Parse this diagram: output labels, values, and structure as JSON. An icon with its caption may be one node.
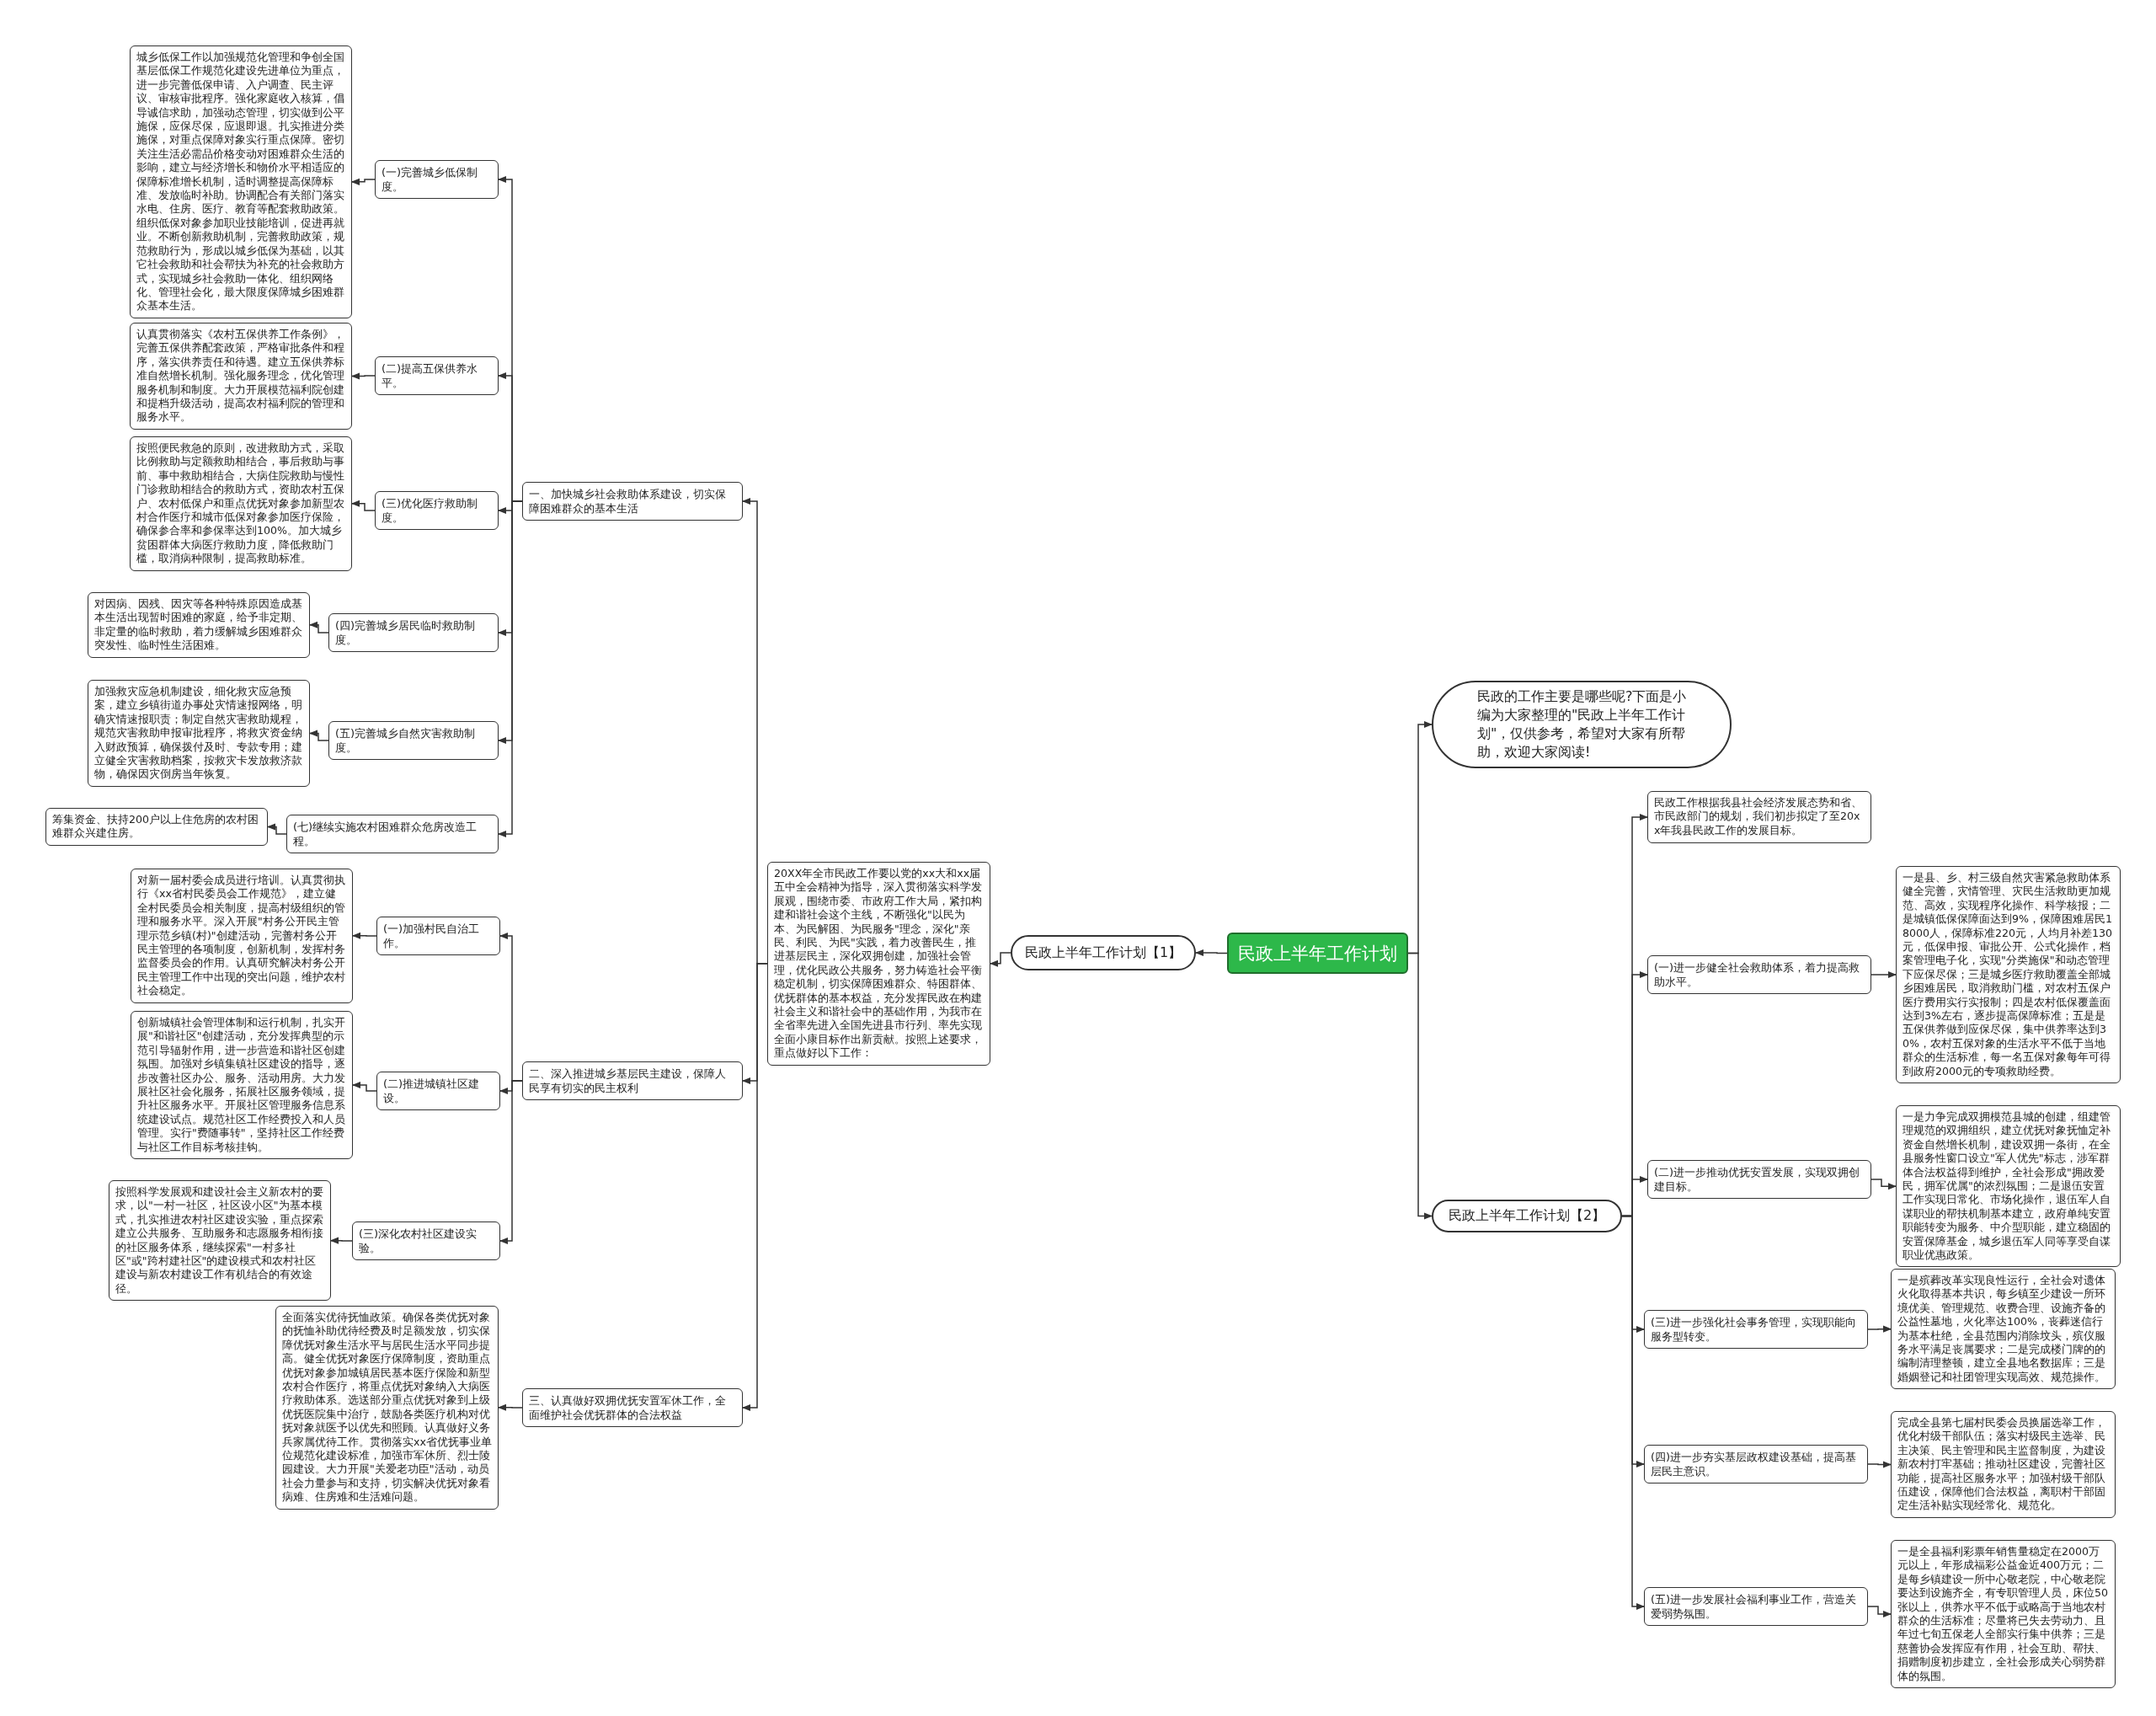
{
  "diagram": {
    "nodes": [
      {
        "text": [
          "民政上半年工作计划"
        ]
      },
      {
        "text": [
          "民政上半年工作计划【1】"
        ]
      },
      {
        "text": [
          "20XX年全市民政工作要以党的xx大和xx届五中全会精神为指导，深入贯彻落实科学发展观，围绕市委、市政府工作大局，紧扣构建和谐社会这个主线，不断强化\"以民为本、为民解困、为民服务\"理念，深化\"亲民、利民、为民\"实践，着力改善民生，推进基层民主，深化双拥创建，加强社会管理，优化民政公共服务，努力铸造社会平衡稳定机制，切实保障困难群众、特困群体、优抚群体的基本权益，充分发挥民政在构建社会主义和谐社会中的基础作用，为我市在全省率先进入全国先进县市行列、率先实现全面小康目标作出新贡献。按照上述要求，重点做好以下工作："
        ]
      },
      {
        "text": [
          "一、加快城乡社会救助体系建设，切实保障困难群众的基本生活"
        ]
      },
      {
        "text": [
          "(一)完善城乡低保制度。"
        ]
      },
      {
        "text": [
          "城乡低保工作以加强规范化管理和争创全国基层低保工作规范化建设先进单位为重点，进一步完善低保申请、入户调查、民主评议、审核审批程序。强化家庭收入核算，倡导诚信求助，加强动态管理，切实做到公平施保，应保尽保，应退即退。扎实推进分类施保，对重点保障对象实行重点保障。密切关注生活必需品价格变动对困难群众生活的影响，建立与经济增长和物价水平相适应的保障标准增长机制，适时调整提高保障标准、发放临时补助。协调配合有关部门落实水电、住房、医疗、教育等配套救助政策。组织低保对象参加职业技能培训，促进再就业。不断创新救助机制，完善救助政策，规范救助行为，形成以城乡低保为基础，以其它社会救助和社会帮扶为补充的社会救助方式，实现城乡社会救助一体化、组织网络化、管理社会化，最大限度保障城乡困难群众基本生活。"
        ]
      },
      {
        "text": [
          "(二)提高五保供养水平。"
        ]
      },
      {
        "text": [
          "认真贯彻落实《农村五保供养工作条例》，完善五保供养配套政策，严格审批条件和程序，落实供养责任和待遇。建立五保供养标准自然增长机制。强化服务理念，优化管理服务机制和制度。大力开展模范福利院创建和提档升级活动，提高农村福利院的管理和服务水平。"
        ]
      },
      {
        "text": [
          "(三)优化医疗救助制度。"
        ]
      },
      {
        "text": [
          "按照便民救急的原则，改进救助方式，采取比例救助与定额救助相结合，事后救助与事前、事中救助相结合，大病住院救助与慢性门诊救助相结合的救助方式，资助农村五保户、农村低保户和重点优抚对象参加新型农村合作医疗和城市低保对象参加医疗保险，确保参合率和参保率达到100%。加大城乡贫困群体大病医疗救助力度，降低救助门槛，取消病种限制，提高救助标准。"
        ]
      },
      {
        "text": [
          "(四)完善城乡居民临时救助制度。"
        ]
      },
      {
        "text": [
          "对因病、因残、因灾等各种特殊原因造成基本生活出现暂时困难的家庭，给予非定期、非定量的临时救助，着力缓解城乡困难群众突发性、临时性生活困难。"
        ]
      },
      {
        "text": [
          "(五)完善城乡自然灾害救助制度。"
        ]
      },
      {
        "text": [
          "加强救灾应急机制建设，细化救灾应急预案，建立乡镇街道办事处灾情速报网络，明确灾情速报职责；制定自然灾害救助规程，规范灾害救助申报审批程序，将救灾资金纳入财政预算，确保拨付及时、专款专用；建立健全灾害救助档案，按救灾卡发放救济款物，确保因灾倒房当年恢复。"
        ]
      },
      {
        "text": [
          "(七)继续实施农村困难群众危房改造工程。"
        ]
      },
      {
        "text": [
          "筹集资金、扶持200户以上住危房的农村困难群众兴建住房。"
        ]
      },
      {
        "text": [
          "二、深入推进城乡基层民主建设，保障人民享有切实的民主权利"
        ]
      },
      {
        "text": [
          "(一)加强村民自治工作。"
        ]
      },
      {
        "text": [
          "对新一届村委会成员进行培训。认真贯彻执行《xx省村民委员会工作规范》，建立健全村民委员会相关制度，提高村级组织的管理和服务水平。深入开展\"村务公开民主管理示范乡镇(村)\"创建活动，完善村务公开民主管理的各项制度，创新机制，发挥村务监督委员会的作用。认真研究解决村务公开民主管理工作中出现的突出问题，维护农村社会稳定。"
        ]
      },
      {
        "text": [
          "(二)推进城镇社区建设。"
        ]
      },
      {
        "text": [
          "创新城镇社会管理体制和运行机制，扎实开展\"和谐社区\"创建活动，充分发挥典型的示范引导辐射作用，进一步营造和谐社区创建氛围。加强对乡镇集镇社区建设的指导，逐步改善社区办公、服务、活动用房。大力发展社区社会化服务，拓展社区服务领域，提升社区服务水平。开展社区管理服务信息系统建设试点。规范社区工作经费投入和人员管理。实行\"费随事转\"，坚持社区工作经费与社区工作目标考核挂钩。"
        ]
      },
      {
        "text": [
          "(三)深化农村社区建设实验。"
        ]
      },
      {
        "text": [
          "按照科学发展观和建设社会主义新农村的要求，以\"一村一社区，社区设小区\"为基本模式，扎实推进农村社区建设实验，重点探索建立公共服务、互助服务和志愿服务相衔接的社区服务体系，继续探索\"一村多社区\"或\"跨村建社区\"的建设模式和农村社区建设与新农村建设工作有机结合的有效途径。"
        ]
      },
      {
        "text": [
          "三、认真做好双拥优抚安置军休工作，全面维护社会优抚群体的合法权益"
        ]
      },
      {
        "text": [
          "全面落实优待抚恤政策。确保各类优抚对象的抚恤补助优待经费及时足额发放，切实保障优抚对象生活水平与居民生活水平同步提高。健全优抚对象医疗保障制度，资助重点优抚对象参加城镇居民基本医疗保险和新型农村合作医疗，将重点优抚对象纳入大病医疗救助体系。选送部分重点优抚对象到上级优抚医院集中治疗，鼓励各类医疗机构对优抚对象就医予以优先和照顾。认真做好义务兵家属优待工作。贯彻落实xx省优抚事业单位规范化建设标准，加强市军休所、烈士陵园建设。大力开展\"关爱老功臣\"活动，动员社会力量参与和支持，切实解决优抚对象看病难、住房难和生活难问题。"
        ]
      },
      {
        "text": [
          "民政的工作主要是哪些呢?下面是小编为大家整理的\"民政上半年工作计划\"，仅供参考，希望对大家有所帮助，欢迎大家阅读!"
        ]
      },
      {
        "text": [
          "民政上半年工作计划【2】"
        ]
      },
      {
        "text": [
          "民政工作根据我县社会经济发展态势和省、市民政部门的规划，我们初步拟定了至20xx年我县民政工作的发展目标。"
        ]
      },
      {
        "text": [
          "(一)进一步健全社会救助体系，着力提高救助水平。"
        ]
      },
      {
        "text": [
          "一是县、乡、村三级自然灾害紧急救助体系健全完善，灾情管理、灾民生活救助更加规范、高效，实现程序化操作、科学核报；二是城镇低保保障面达到9%，保障困难居民18000人，保障标准220元，人均月补差130元，低保申报、审批公开、公式化操作，档案管理电子化，实现\"分类施保\"和动态管理下应保尽保；三是城乡医疗救助覆盖全部城乡困难居民，取消救助门槛，对农村五保户医疗费用实行实报制；四是农村低保覆盖面达到3%左右，逐步提高保障标准；五是是五保供养做到应保尽保，集中供养率达到30%，农村五保对象的生活水平不低于当地群众的生活标准，每一名五保对象每年可得到政府2000元的专项救助经费。"
        ]
      },
      {
        "text": [
          "(二)进一步推动优抚安置发展，实现双拥创建目标。"
        ]
      },
      {
        "text": [
          "一是力争完成双拥模范县城的创建，组建管理规范的双拥组织，建立优抚对象抚恤定补资金自然增长机制，建设双拥一条街，在全县服务性窗口设立\"军人优先\"标志，涉军群体合法权益得到维护，全社会形成\"拥政爱民，拥军优属\"的浓烈氛围；二是退伍安置工作实现日常化、市场化操作，退伍军人自谋职业的帮扶机制基本建立，政府单纯安置职能转变为服务、中介型职能，建立稳固的安置保障基金，城乡退伍军人同等享受自谋职业优惠政策。"
        ]
      },
      {
        "text": [
          "(三)进一步强化社会事务管理，实现职能向服务型转变。"
        ]
      },
      {
        "text": [
          "一是殡葬改革实现良性运行，全社会对遗体火化取得基本共识，每乡镇至少建设一所环境优美、管理规范、收费合理、设施齐备的公益性墓地，火化率达100%，丧葬迷信行为基本杜绝，全县范围内消除坟头，殡仪服务水平满足丧属要求；二是完成楼门牌的的编制清理整顿，建立全县地名数据库；三是婚姻登记和社团管理实现高效、规范操作。"
        ]
      },
      {
        "text": [
          "(四)进一步夯实基层政权建设基础，提高基层民主意识。"
        ]
      },
      {
        "text": [
          "完成全县第七届村民委会员换届选举工作，优化村级干部队伍；落实村级民主选举、民主决策、民主管理和民主监督制度，为建设新农村打牢基础；推动社区建设，完善社区功能，提高社区服务水平；加强村级干部队伍建设，保障他们合法权益，离职村干部固定生活补贴实现经常化、规范化。"
        ]
      },
      {
        "text": [
          "(五)进一步发展社会福利事业工作，营造关爱弱势氛围。"
        ]
      },
      {
        "text": [
          "一是全县福利彩票年销售量稳定在2000万元以上，年形成福彩公益金近400万元；二是每乡镇建设一所中心敬老院，中心敬老院要达到设施齐全，有专职管理人员，床位50张以上，供养水平不低于或略高于当地农村群众的生活标准；尽量将已失去劳动力、且年过七旬五保老人全部实行集中供养；三是慈善协会发挥应有作用，社会互助、帮扶、捐赠制度初步建立，全社会形成关心弱势群体的氛围。"
        ]
      }
    ],
    "edges": [
      {
        "from": 0,
        "to": 1,
        "arrow": "to"
      },
      {
        "from": 1,
        "to": 2,
        "arrow": "to"
      },
      {
        "from": 2,
        "to": 3,
        "arrow": "to"
      },
      {
        "from": 2,
        "to": 16,
        "arrow": "to"
      },
      {
        "from": 2,
        "to": 23,
        "arrow": "to"
      },
      {
        "from": 3,
        "to": 4,
        "arrow": "to"
      },
      {
        "from": 4,
        "to": 5,
        "arrow": "to"
      },
      {
        "from": 3,
        "to": 6,
        "arrow": "to"
      },
      {
        "from": 6,
        "to": 7,
        "arrow": "to"
      },
      {
        "from": 3,
        "to": 8,
        "arrow": "to"
      },
      {
        "from": 8,
        "to": 9,
        "arrow": "to"
      },
      {
        "from": 3,
        "to": 10,
        "arrow": "to"
      },
      {
        "from": 10,
        "to": 11,
        "arrow": "to"
      },
      {
        "from": 3,
        "to": 12,
        "arrow": "to"
      },
      {
        "from": 12,
        "to": 13,
        "arrow": "to"
      },
      {
        "from": 3,
        "to": 14,
        "arrow": "to"
      },
      {
        "from": 14,
        "to": 15,
        "arrow": "to"
      },
      {
        "from": 16,
        "to": 17,
        "arrow": "to"
      },
      {
        "from": 17,
        "to": 18,
        "arrow": "to"
      },
      {
        "from": 16,
        "to": 19,
        "arrow": "to"
      },
      {
        "from": 19,
        "to": 20,
        "arrow": "to"
      },
      {
        "from": 16,
        "to": 21,
        "arrow": "to"
      },
      {
        "from": 21,
        "to": 22,
        "arrow": "to"
      },
      {
        "from": 23,
        "to": 24,
        "arrow": "to"
      },
      {
        "from": 0,
        "to": 25,
        "arrow": "to"
      },
      {
        "from": 0,
        "to": 26,
        "arrow": "to"
      },
      {
        "from": 26,
        "to": 27,
        "arrow": "to"
      },
      {
        "from": 26,
        "to": 28,
        "arrow": "to"
      },
      {
        "from": 28,
        "to": 29,
        "arrow": "to"
      },
      {
        "from": 26,
        "to": 30,
        "arrow": "to"
      },
      {
        "from": 30,
        "to": 31,
        "arrow": "to"
      },
      {
        "from": 26,
        "to": 32,
        "arrow": "to"
      },
      {
        "from": 32,
        "to": 33,
        "arrow": "to"
      },
      {
        "from": 26,
        "to": 34,
        "arrow": "to"
      },
      {
        "from": 34,
        "to": 35,
        "arrow": "to"
      },
      {
        "from": 26,
        "to": 36,
        "arrow": "to"
      },
      {
        "from": 36,
        "to": 37,
        "arrow": "to"
      }
    ]
  }
}
